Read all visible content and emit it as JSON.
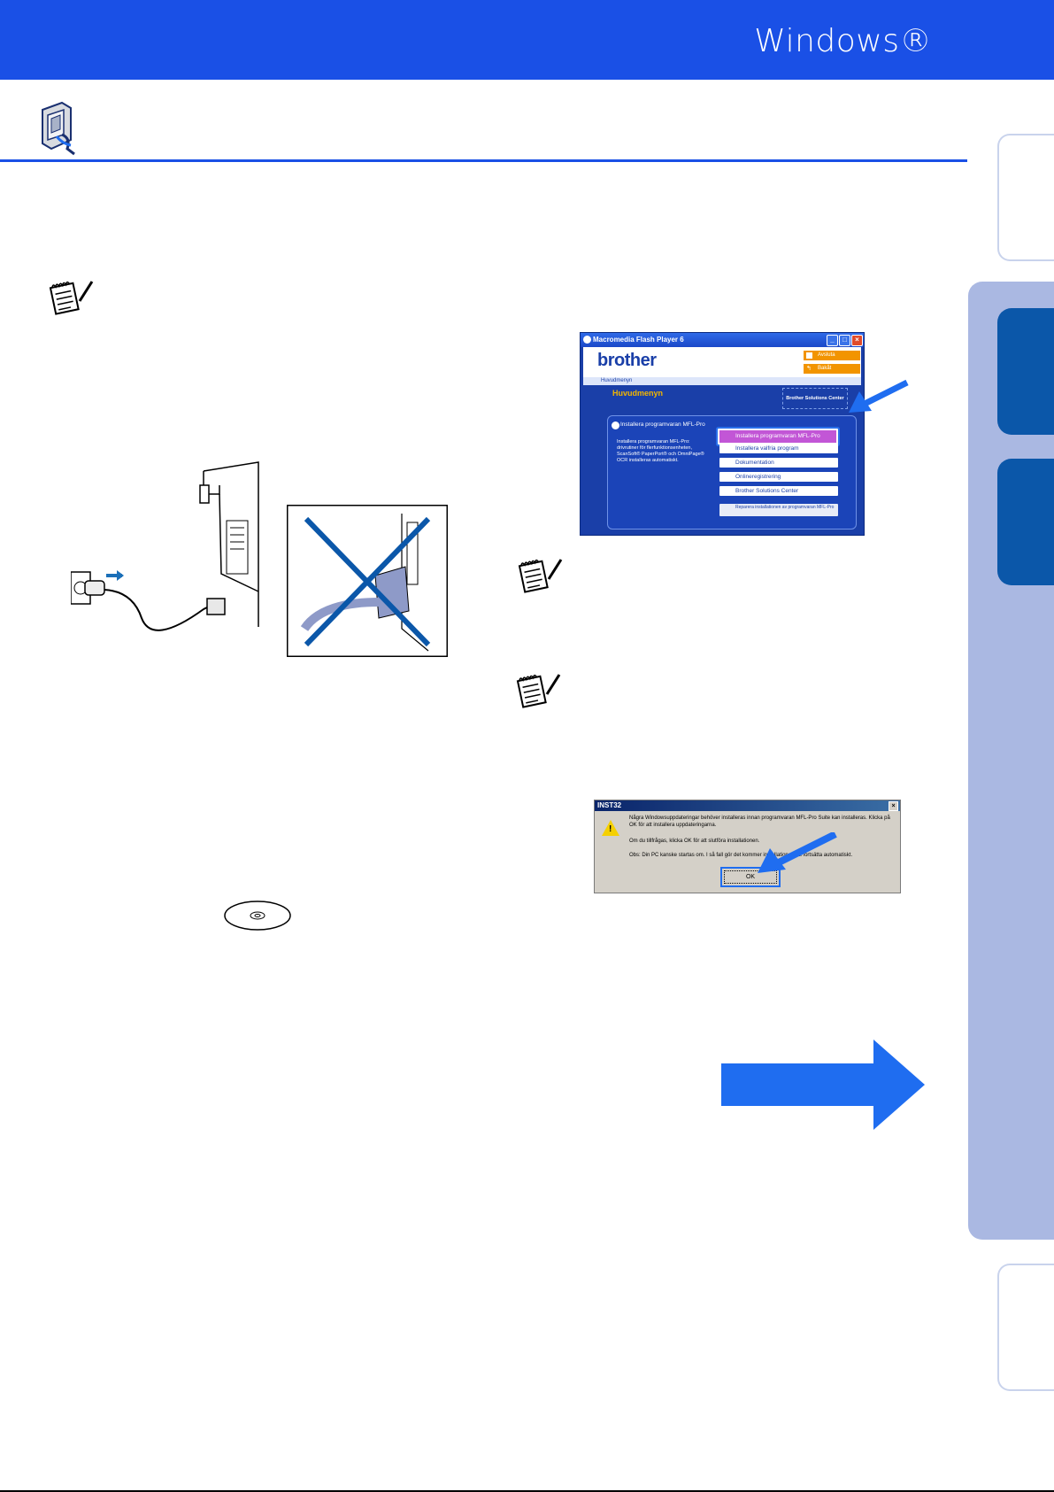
{
  "header": {
    "os_title": "Windows®"
  },
  "flash_window": {
    "title": "Macromedia Flash Player 6",
    "brand": "brother",
    "breadcrumb": "Huvudmenyn",
    "buttons": {
      "exit": "Avsluta",
      "back": "Bakåt"
    },
    "heading": "Huvudmenyn",
    "solutions_logo": "Brother Solutions Center",
    "description_title": "Installera programvaran MFL-Pro",
    "description": "Installera programvaran MFL-Pro: drivrutiner för flerfunktionsenheten, ScanSoft® PaperPort® och OmniPage® OCR installeras automatiskt.",
    "menu": [
      "Installera programvaran MFL-Pro",
      "Installera valfria program",
      "Dokumentation",
      "Onlineregistrering",
      "Brother Solutions Center",
      "Reparera installationen av programvaran MFL-Pro"
    ]
  },
  "inst_dialog": {
    "title": "INST32",
    "line1": "Några Windowsuppdateringar behöver installeras innan programvaran MFL-Pro Suite kan installeras. Klicka på OK för att installera uppdateringarna.",
    "line2": "Om du tillfrågas, klicka OK för att slutföra installationen.",
    "line3": "Obs: Din PC kanske startas om. I så fall gör det kommer installationen att fortsätta automatiskt.",
    "ok_label": "OK"
  },
  "colors": {
    "brand_blue": "#1a50e6",
    "tab_blue": "#0b57a9",
    "side_panel": "#aab8e2",
    "arrow_blue": "#1f6df0"
  }
}
